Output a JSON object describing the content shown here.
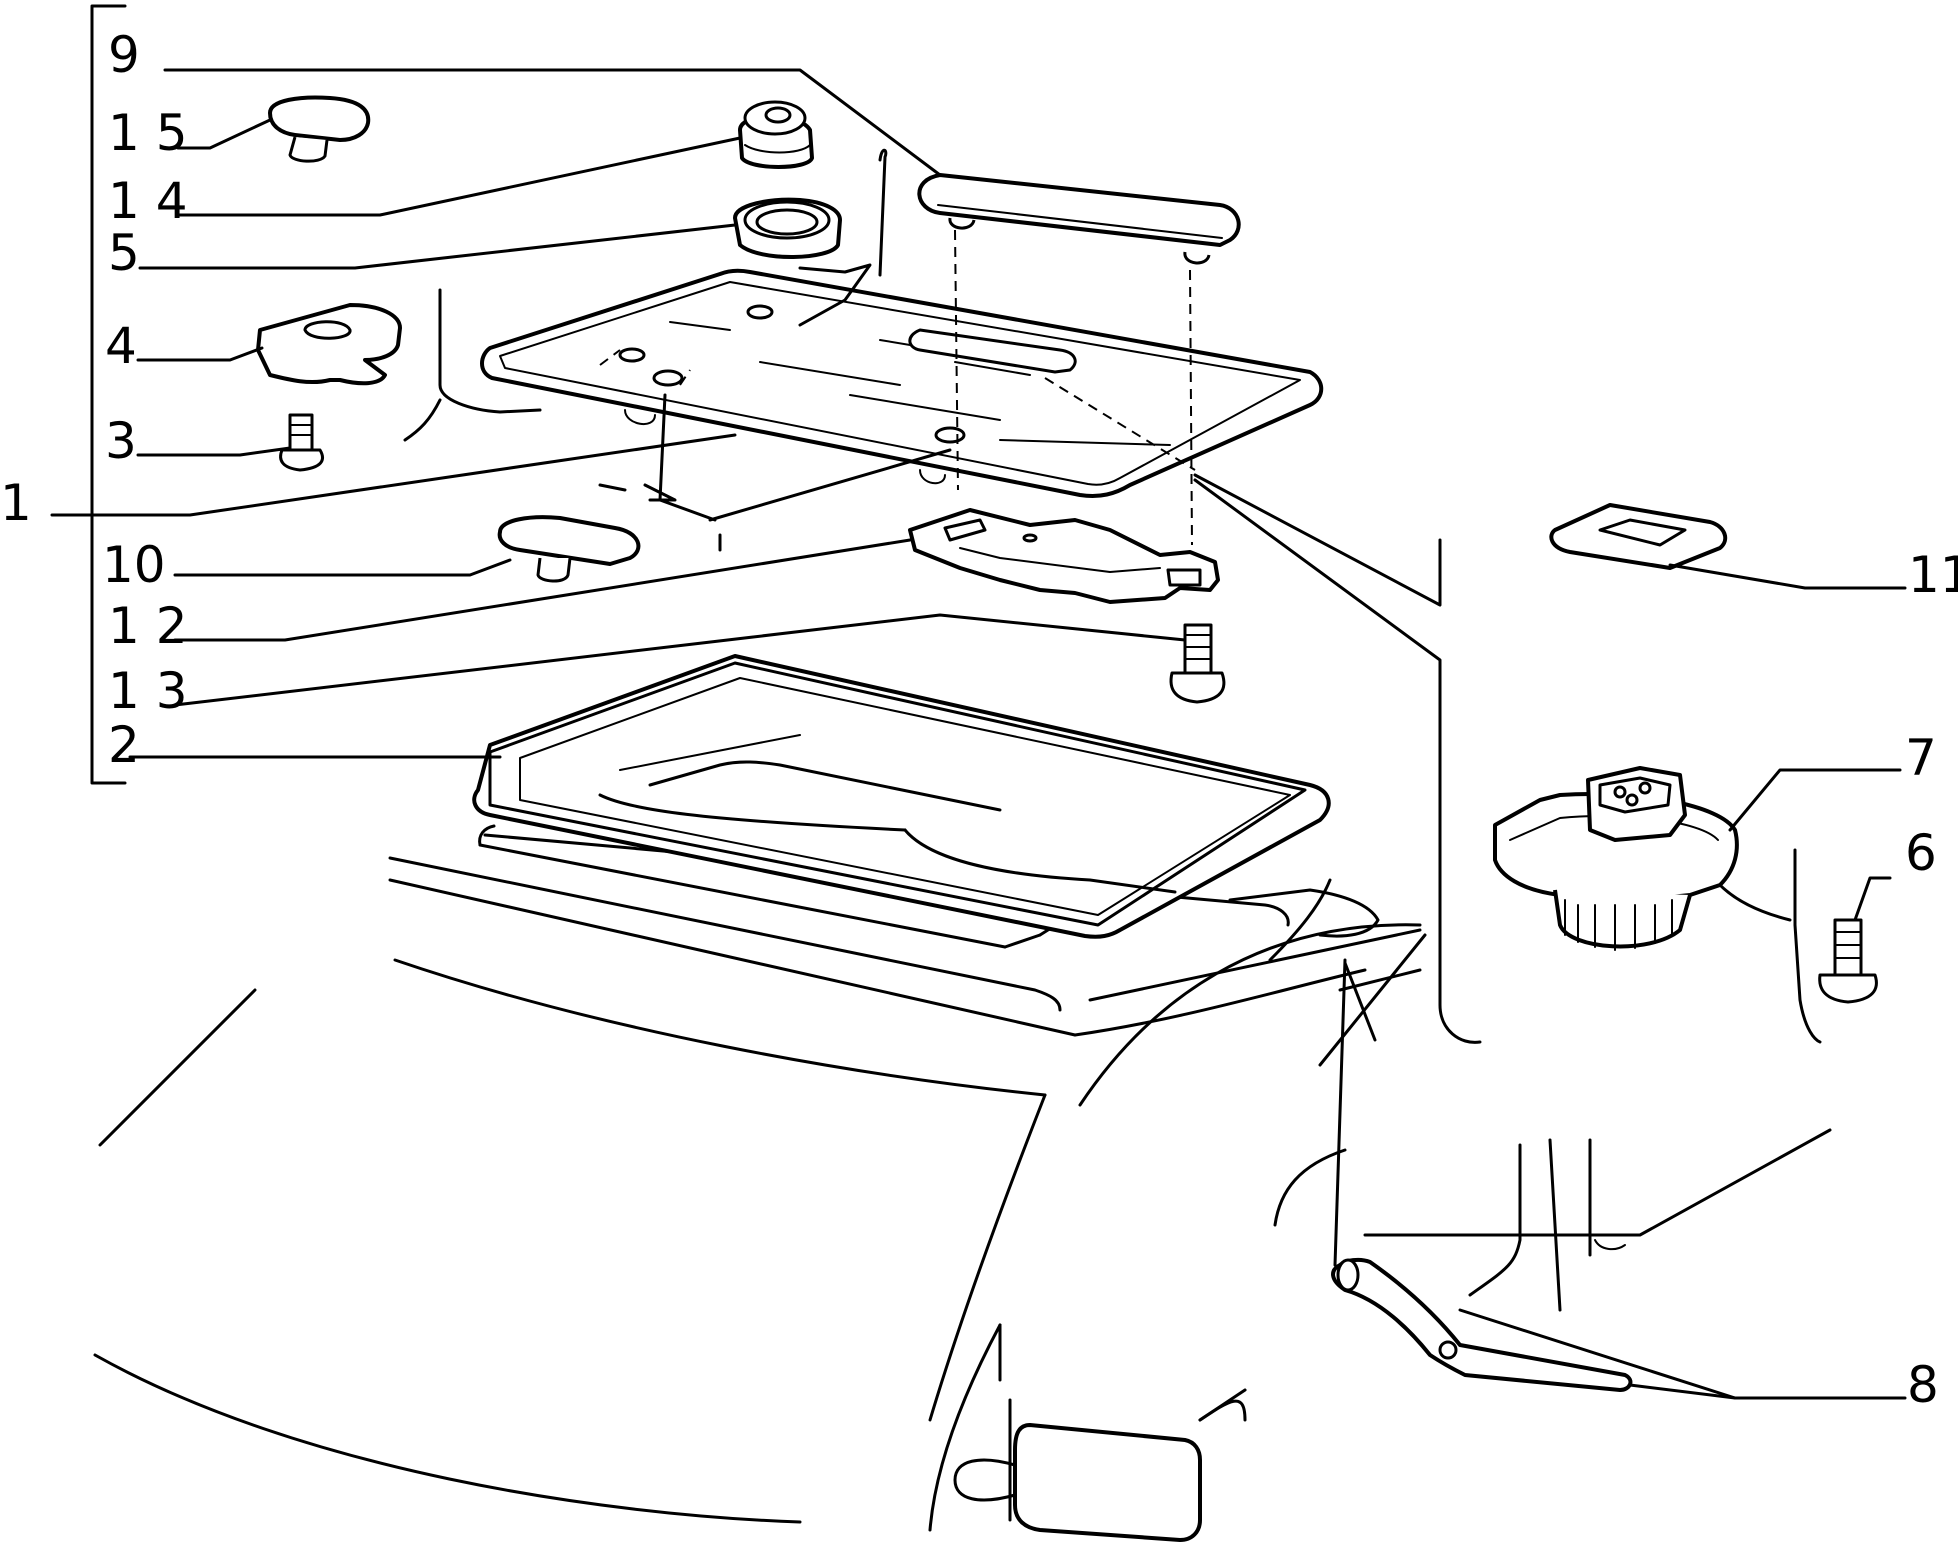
{
  "labels": {
    "n9": "9",
    "n15": "1 5",
    "n14": "1 4",
    "n5": "5",
    "n4": "4",
    "n3": "3",
    "n1": "1",
    "n10": "10",
    "n12": "1 2",
    "n13": "1 3",
    "n2": "2",
    "n11": "11",
    "n7": "7",
    "n6": "6",
    "n8": "8"
  }
}
